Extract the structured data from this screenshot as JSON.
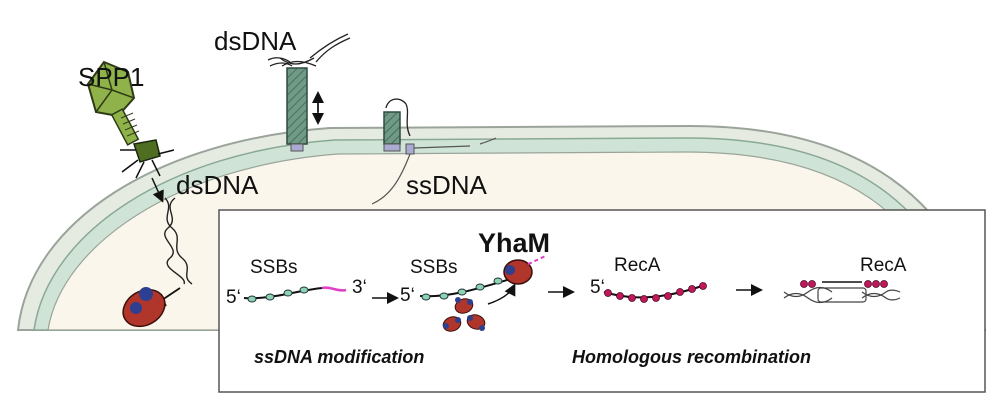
{
  "labels": {
    "spp1": "SPP1",
    "dsdna_top": "dsDNA",
    "dsdna_left": "dsDNA",
    "ssdna": "ssDNA",
    "yham": "YhaM",
    "ssbs_1": "SSBs",
    "ssbs_2": "SSBs",
    "reca_1": "RecA",
    "reca_2": "RecA",
    "five_prime_1": "5‘",
    "three_prime": "3‘",
    "five_prime_2": "5‘",
    "five_prime_3": "5‘",
    "caption_left": "ssDNA modification",
    "caption_right": "Homologous recombination"
  },
  "colors": {
    "cell_wall": "#e8ece4",
    "cell_wall_inner": "#cfe3d6",
    "cytoplasm": "#faf6ec",
    "phage_green": "#8fb34a",
    "phage_dark": "#4f6e22",
    "dna_pore": "#6f9a86",
    "pore_base": "#a9acd0",
    "protein_red": "#b0352a",
    "protein_blue": "#2f3f8f",
    "ssb_green": "#8ed3b0",
    "reca_magenta": "#c2185b",
    "ssdna_pink": "#e040c8"
  },
  "icons": [
    "phage-icon",
    "dna-translocation-pore-icon",
    "yham-protein-icon",
    "reca-filament-icon"
  ]
}
